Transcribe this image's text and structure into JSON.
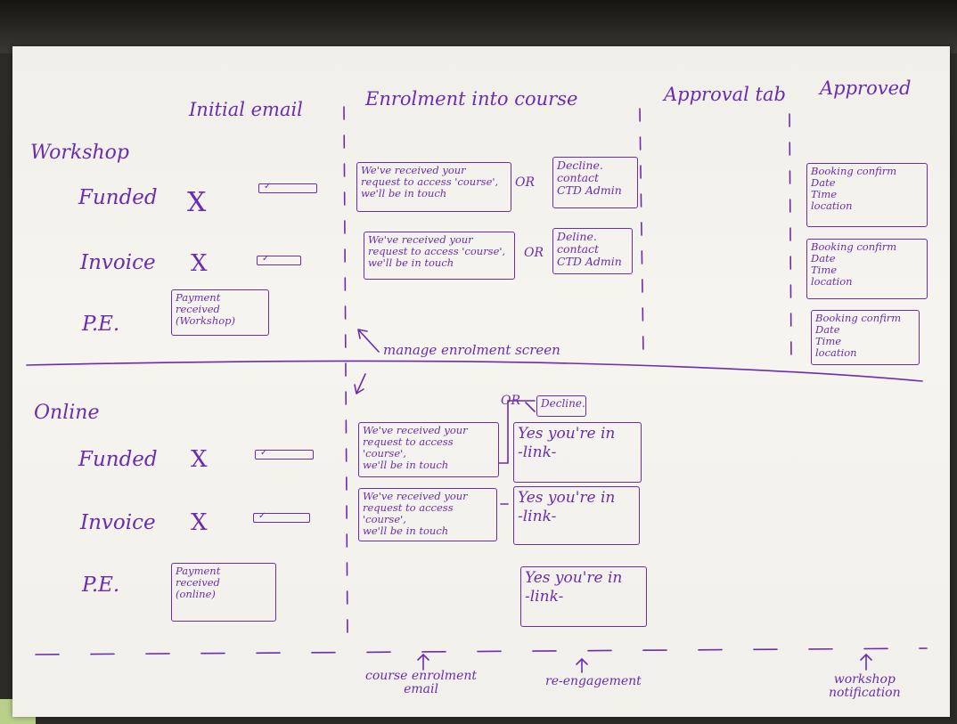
{
  "columns": {
    "initial": "Initial email",
    "enrolment": "Enrolment into course",
    "approval": "Approval tab",
    "approved": "Approved"
  },
  "sections": {
    "workshop": "Workshop",
    "online": "Online"
  },
  "rows": {
    "funded": "Funded",
    "invoice": "Invoice",
    "pe": "P.E."
  },
  "marks": {
    "x": "X",
    "tick": "✓",
    "or": "OR"
  },
  "workshop": {
    "funded_request": "We've received your\nrequest to access 'course',\nwe'll be in touch",
    "funded_decline": "Decline.\ncontact\nCTD Admin",
    "invoice_request": "We've received your\nrequest to access 'course',\nwe'll be in touch",
    "invoice_decline": "Deline.\ncontact\nCTD Admin",
    "pe_payment": "Payment\nreceived\n(Workshop)",
    "approved_1": "Booking confirm\nDate\nTime\nlocation",
    "approved_2": "Booking confirm\nDate\nTime\nlocation",
    "approved_3": "Booking confirm\nDate\nTime\nlocation"
  },
  "manage_note": "manage enrolment screen",
  "online": {
    "decline": "Decline.",
    "funded_request": "We've received your\nrequest to access 'course',\nwe'll be in touch",
    "invoice_request": "We've received your\nrequest to access 'course',\nwe'll be in touch",
    "funded_yes": "Yes you're in\n-link-",
    "invoice_yes": "Yes you're in\n-link-",
    "pe_yes": "Yes you're in\n-link-",
    "pe_payment": "Payment\nreceived\n(online)"
  },
  "footer": {
    "course_email": "course enrolment\nemail",
    "reengagement": "re-engagement",
    "workshop_notification": "workshop\nnotification"
  }
}
